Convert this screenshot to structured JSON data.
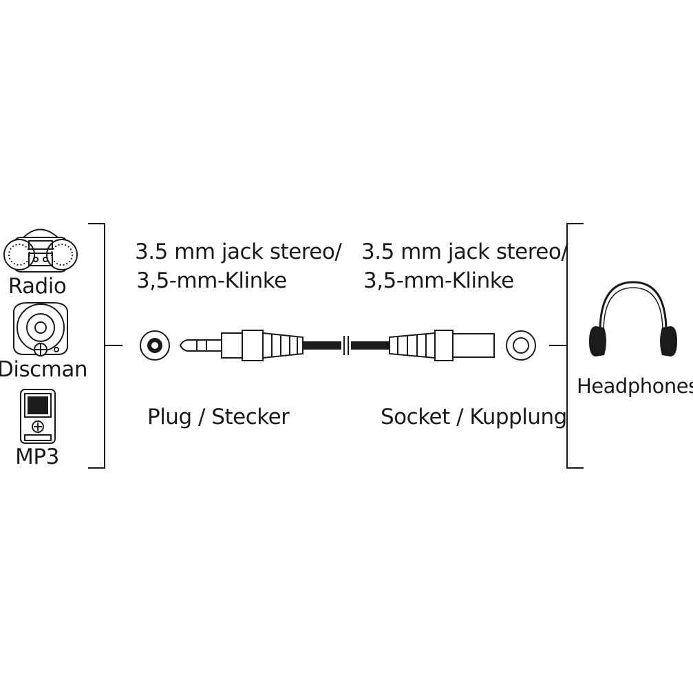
{
  "sources": {
    "radio": "Radio",
    "discman": "Discman",
    "mp3": "MP3"
  },
  "connector_left": {
    "spec_line1": "3.5 mm jack stereo/",
    "spec_line2": "3,5-mm-Klinke",
    "type_label": "Plug / Stecker"
  },
  "connector_right": {
    "spec_line1": "3.5 mm jack stereo/",
    "spec_line2": "3,5-mm-Klinke",
    "type_label": "Socket / Kupplung"
  },
  "destination": {
    "headphones": "Headphones"
  },
  "icons": [
    "radio-icon",
    "discman-icon",
    "mp3-player-icon",
    "jack-plug-end-icon",
    "socket-end-icon",
    "headphones-icon"
  ],
  "colors": {
    "ink": "#1a1a1a",
    "background": "#ffffff"
  }
}
